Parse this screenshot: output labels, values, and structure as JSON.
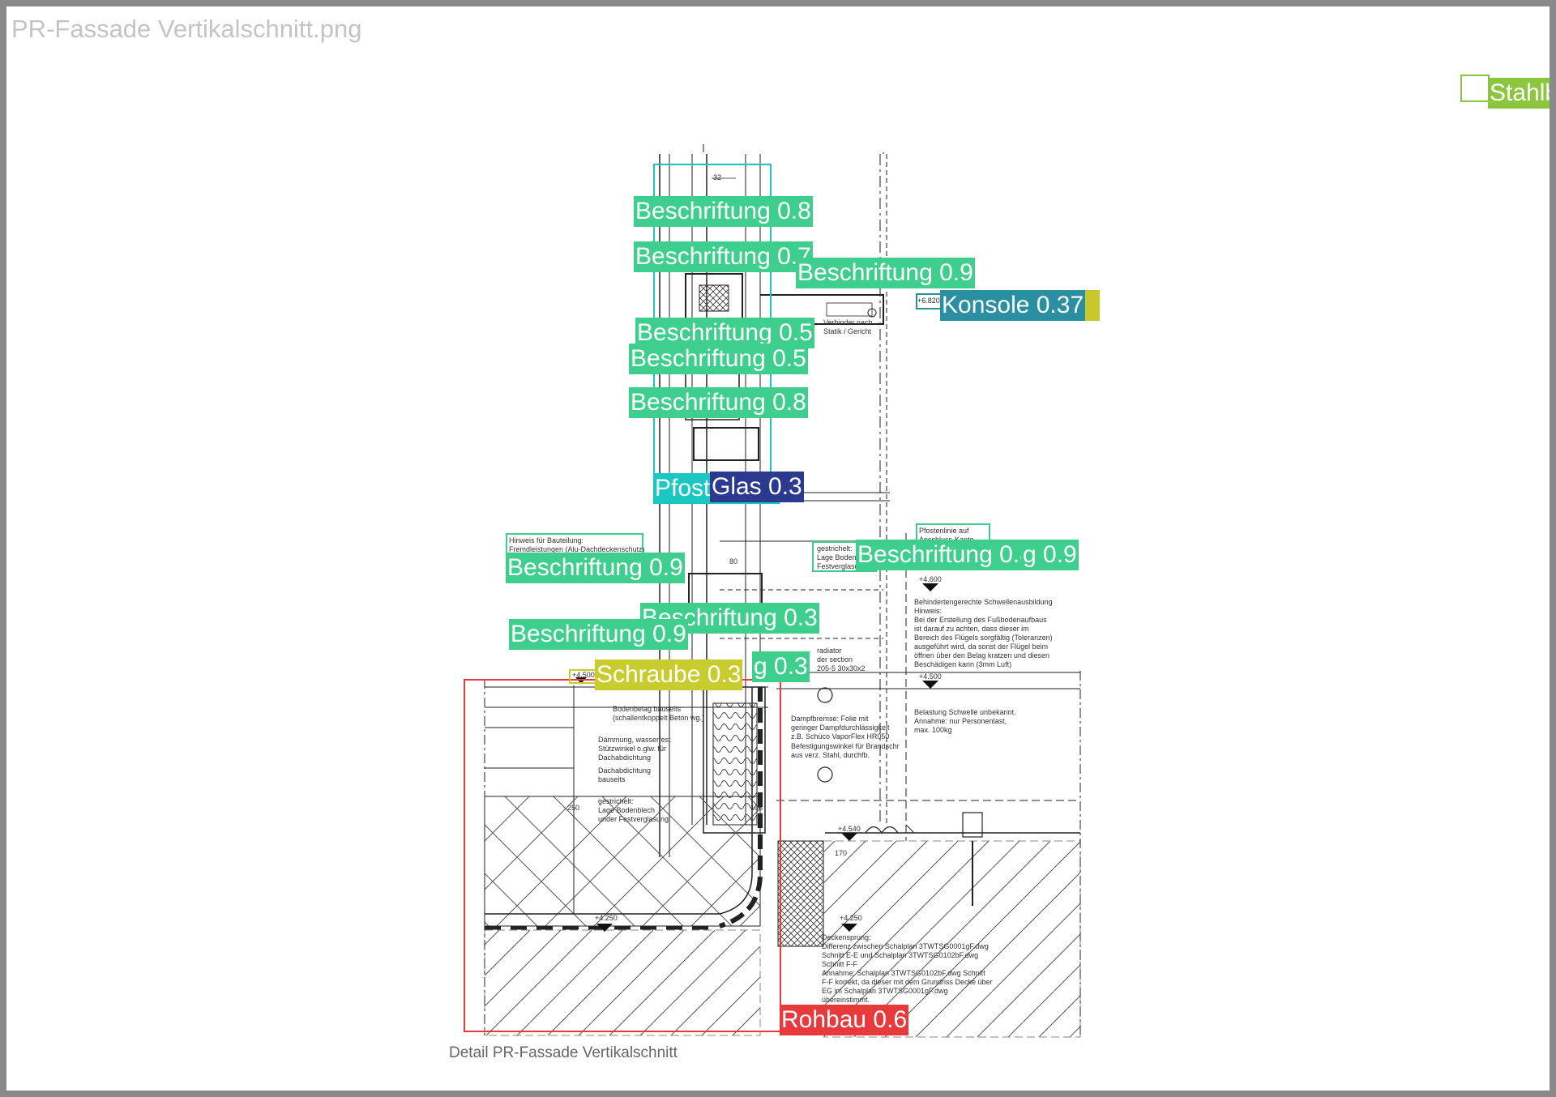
{
  "file_title": "PR-Fassade Vertikalschnitt.png",
  "caption": "Detail PR-Fassade Vertikalschnitt",
  "colors": {
    "beschriftung": "#3ecf8e",
    "pfosten": "#1bc7c0",
    "glas": "#2b3a8f",
    "konsole": "#2a8fa0",
    "konsole_edge": "#c8c82a",
    "schraube": "#c9cc2e",
    "rohbau": "#e8393c",
    "stahl": "#8cc63f",
    "frame": "#8a8a8a"
  },
  "drawing_notes": {
    "verbinder": "Verbinder nach\nStatik / Gericht",
    "level_6820": "+6.820",
    "hinweis_bauteil": "Hinweis für Bauteilung:\nFremdleistungen (Alu-Dachdeckenschutz)",
    "gestrichelt_1": "gestrichelt:\nLage Bodenlege\nFestverglasung",
    "pfostenlinie": "Pfostenlinie auf\nAnschluss-Kante",
    "level_4600": "+4.600",
    "schwellen": "Behindertengerechte Schwellenausbildung\nHinweis:\nBei der Erstellung des Fußbodenaufbaus\nist darauf zu achten, dass dieser im\nBereich des Flügels sorgfältig (Toleranzen)\nausgeführt wird, da sonst der Flügel beim\nöffnen über den Belag kratzen und diesen\nBeschädigen kann (3mm Luft)",
    "level_4500": "+4.500",
    "belastung": "Belastung Schwelle unbekannt.\nAnnahme: nur Personenlast,\nmax. 100kg",
    "bodenbelag": "Bodenbelag bauseits\n(schallentkoppelt Beton wg.)",
    "daemmung": "Dämmung, wasserfest\nStützwinkel o.glw. für\nDachabdichtung",
    "dachabdichtung": "Dachabdichtung\nbauseits",
    "gestrichelt_2": "gestrichelt:\nLage Bodenblech\nunder Festverglasung",
    "dampfbremse": "Dampfbremse: Folie mit\ngeringer Dampfdurchlässigkeit\nz.B. Schüco VaporFlex HR050",
    "befestigung": "Befestigungswinkel für Brandschr\naus verz. Stahl, durchfb.",
    "level_4540": "+4.540",
    "level_4250": "+4.250",
    "level_4250b": "+4.250",
    "deckensprung": "Deckensprung:\nDifferenz zwischen Schalplan 3TWTSG0001gF.dwg\nSchnitt E-E und Schalplan 3TWTSG0102bF.dwg\nSchnitt F-F\nAnnahme: Schalplan 3TWTSG0102bF.dwg Schnitt\nF-F korrekt, da dieser mit dem Grundriss Decke über\nEG im Schalplan 3TWTSG0001gF.dwg\nübereinstimmt.",
    "dim_170": "170",
    "dim_250": "250",
    "dim_105": "105",
    "dim_80": "80",
    "dim_32": "32",
    "profile_note": "radiator\nder section\n205-5 30x30x2",
    "level_4500b": "+4.500"
  },
  "detections": [
    {
      "label": "Beschriftung 0.8",
      "cls": "beschriftung"
    },
    {
      "label": "Beschriftung 0.7",
      "cls": "beschriftung"
    },
    {
      "label": "Beschriftung 0.9",
      "cls": "beschriftung"
    },
    {
      "label": "Konsole 0.37",
      "cls": "konsole"
    },
    {
      "label": "Beschriftung 0.5",
      "cls": "beschriftung"
    },
    {
      "label": "Beschriftung 0.5",
      "cls": "beschriftung"
    },
    {
      "label": "Beschriftung 0.8",
      "cls": "beschriftung"
    },
    {
      "label": "Pfosten 0.6",
      "cls": "pfosten"
    },
    {
      "label": "Glas 0.3",
      "cls": "glas"
    },
    {
      "label": "Beschriftung 0.9",
      "cls": "beschriftung"
    },
    {
      "label": "Beschriftung 0.8",
      "cls": "beschriftung"
    },
    {
      "label": "g 0.9",
      "cls": "beschriftung"
    },
    {
      "label": "Beschriftung 0.3",
      "cls": "beschriftung"
    },
    {
      "label": "Beschriftung 0.9",
      "cls": "beschriftung"
    },
    {
      "label": "g 0.3",
      "cls": "beschriftung"
    },
    {
      "label": "Schraube 0.3",
      "cls": "schraube"
    },
    {
      "label": "Rohbau 0.6",
      "cls": "rohbau"
    },
    {
      "label": "Stahlb",
      "cls": "stahl"
    }
  ]
}
